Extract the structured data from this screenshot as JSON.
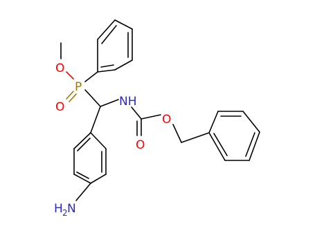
{
  "molecule": {
    "atoms": {
      "methoxy_o": "O",
      "phosphorus": "P",
      "phosphoryl_o": "O",
      "amide_n": "NH",
      "carbonyl_o": "O",
      "ester_o": "O",
      "amine_n": "H",
      "amine_n_sub": "2",
      "amine_n_label": "N"
    },
    "colors": {
      "carbon_bond": "#000000",
      "oxygen": "#ff0000",
      "nitrogen": "#2a2ac0",
      "phosphorus": "#a07800"
    }
  }
}
